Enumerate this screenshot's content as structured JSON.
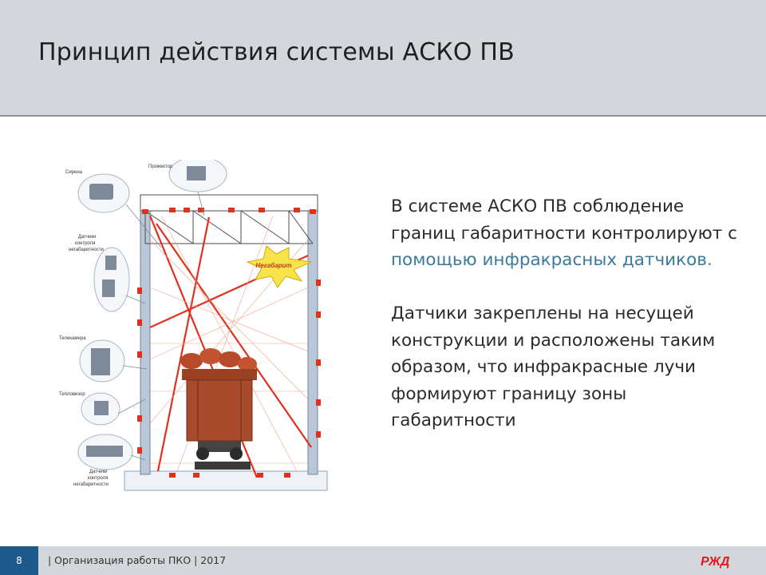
{
  "slide": {
    "title": "Принцип действия системы АСКО ПВ"
  },
  "diagram": {
    "labels": {
      "siren": "Сирена",
      "projector": "Прожектор",
      "sensors_top_l1": "Датчики",
      "sensors_top_l2": "контроля",
      "sensors_top_l3": "негабаритности",
      "telecamera": "Телекамера",
      "thermal": "Тепловизор",
      "sensors_bottom_l1": "Датчики",
      "sensors_bottom_l2": "контроля",
      "sensors_bottom_l3": "негабаритности",
      "oversize_badge": "Негабарит"
    },
    "colors": {
      "structure": "#7f96b0",
      "beam": "#e0301e",
      "wagon": "#a84b2c",
      "badge": "#f7e34a"
    }
  },
  "content": {
    "para1_plain": "В системе АСКО ПВ соблюдение границ габаритности контролируют с ",
    "para1_accent": "помощью инфракрасных датчиков.",
    "para2": "Датчики закреплены на несущей конструкции и расположены таким образом, что инфракрасные лучи формируют границу зоны габаритности"
  },
  "footer": {
    "page_number": "8",
    "text": "| Организация работы ПКО | 2017",
    "logo_text": "РЖД",
    "colors": {
      "page_bg": "#1d5a8b",
      "logo": "#e21a1a"
    }
  }
}
